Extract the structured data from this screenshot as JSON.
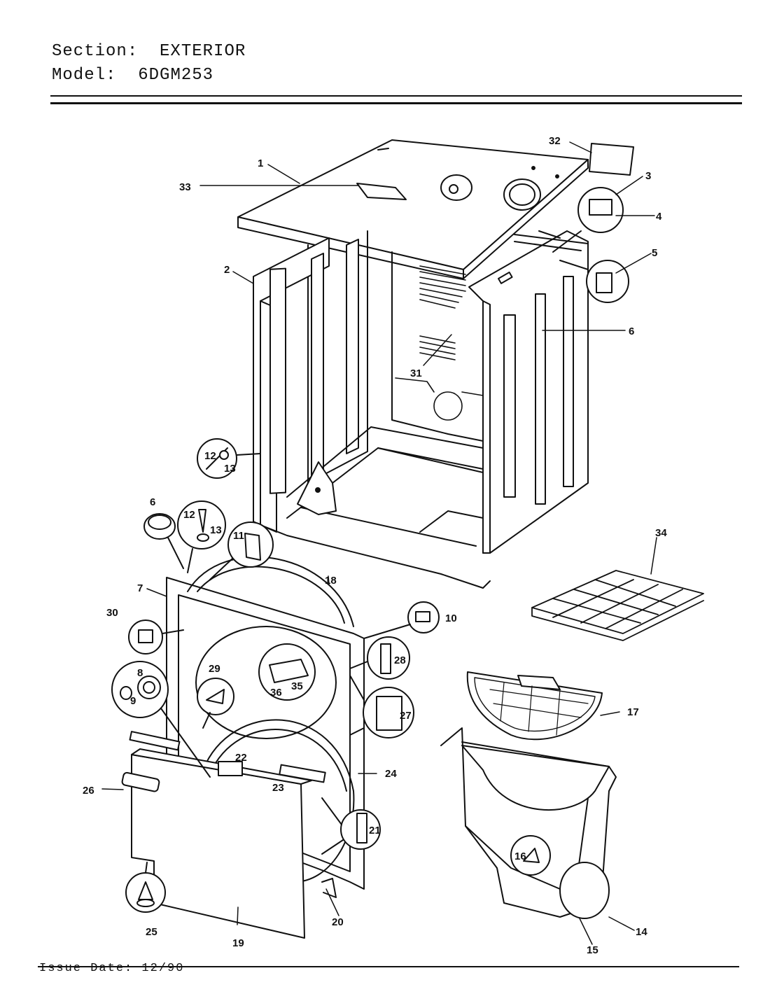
{
  "header": {
    "section_label": "Section:",
    "section_value": "EXTERIOR",
    "model_label": "Model:",
    "model_value": "6DGM253"
  },
  "footer": {
    "issue_label": "Issue Date:",
    "issue_value": "12/90"
  },
  "callouts": [
    "1",
    "2",
    "3",
    "4",
    "5",
    "6",
    "6",
    "7",
    "8",
    "9",
    "10",
    "11",
    "12",
    "12",
    "13",
    "13",
    "14",
    "15",
    "16",
    "17",
    "18",
    "19",
    "20",
    "21",
    "22",
    "23",
    "24",
    "25",
    "26",
    "27",
    "28",
    "29",
    "30",
    "31",
    "32",
    "33",
    "34",
    "35",
    "36"
  ]
}
